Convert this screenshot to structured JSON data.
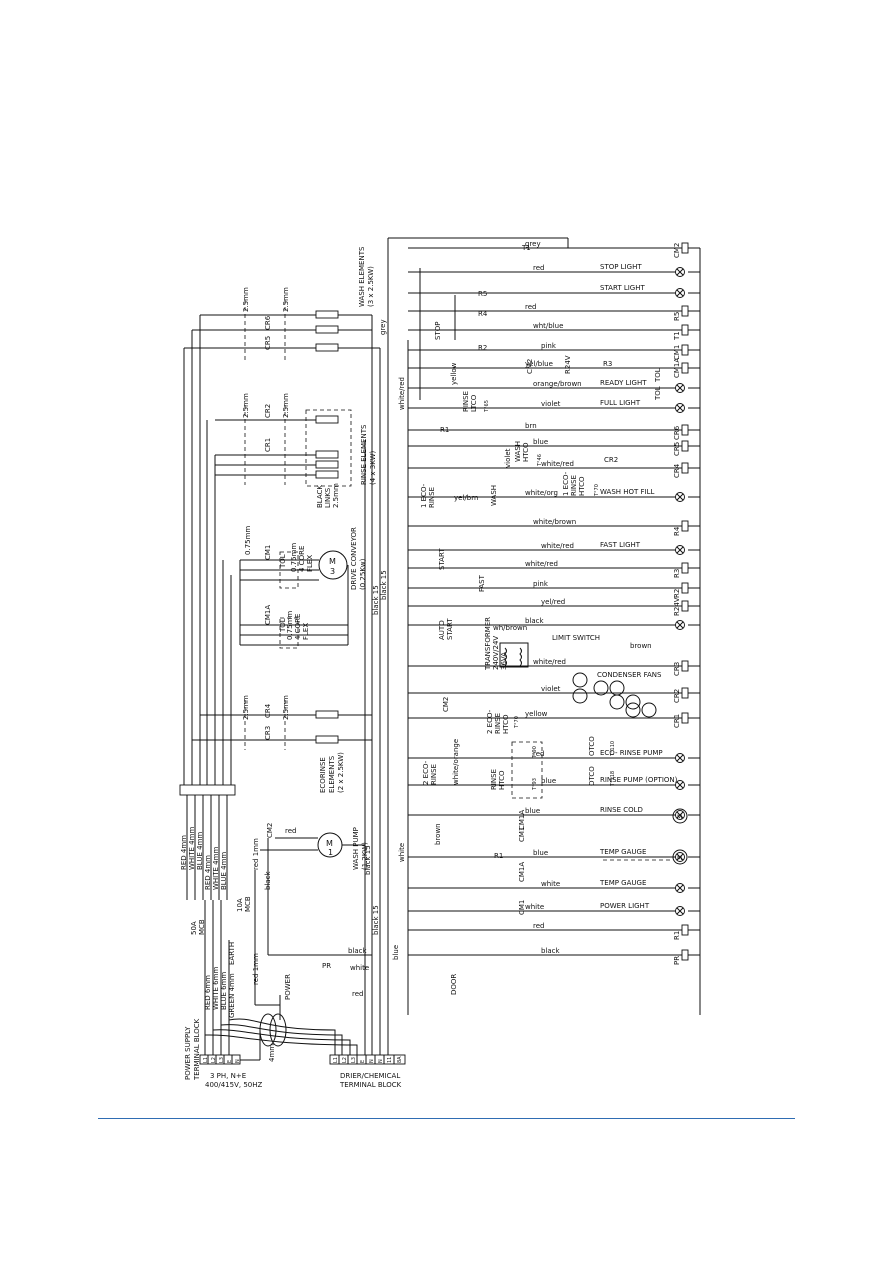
{
  "diagram": {
    "wash_elements": [
      "WASH ELEMENTS",
      "(3 x 2.5KW)"
    ],
    "rinse_elements": [
      "RINSE ELEMENTS",
      "(4 x 3KW)"
    ],
    "black_links": [
      "BLACK",
      "LINKS",
      "2.5mm"
    ],
    "ecorinse_elements": [
      "ECORINSE",
      "ELEMENTS",
      "(2 x 2.5KW)"
    ],
    "drive_conveyor": [
      "DRIVE CONVEYOR",
      "(0.25Kw)"
    ],
    "wash_pump": [
      "WASH PUMP",
      "(1.2KW)"
    ],
    "four_core_flex": [
      "0.75mm",
      "4 CORE",
      "FLEX"
    ],
    "tol": [
      "TOL",
      "①"
    ],
    "size_label": "2.5mm",
    "size_075": "0.75mm",
    "contactors": [
      "CR6",
      "CR5",
      "CR2",
      "CR1",
      "CR4",
      "CR3",
      "CM1",
      "CM1A",
      "CM2"
    ],
    "mcb_main": [
      "50A",
      "MCB"
    ],
    "mcb_10": [
      "10A",
      "MCB"
    ],
    "supply_wires": [
      "RED 4mm",
      "WHITE 4mm",
      "BLUE 4mm",
      "RED 4mm",
      "WHITE 4mm",
      "BLUE 4mm"
    ],
    "supply_feed": [
      "RED 6mm",
      "WHITE 6mm",
      "BLUE 6mm",
      "GREEN 4mm"
    ],
    "earth": "EARTH",
    "red_1mm": "red 1mm",
    "mm4": "4mm",
    "power_supply_block": [
      "POWER SUPPLY",
      "TERMINAL BLOCK"
    ],
    "supply_spec": [
      "3 PH, N+E",
      "400/415V, 50HZ"
    ],
    "supply_terms": [
      "L1",
      "L2",
      "L3",
      "E",
      "N"
    ],
    "drier_block": [
      "DRIER/CHEMICAL",
      "TERMINAL BLOCK"
    ],
    "drier_terms": [
      "L1",
      "L2",
      "L3",
      "E",
      "N",
      "N",
      "11",
      "8A"
    ],
    "mini": "M",
    "one": "1",
    "three": "3",
    "t1": "T1",
    "power_switch": "POWER",
    "pr": "PR",
    "door": "DOOR",
    "rungs": [
      {
        "tag": "CM2",
        "label": "",
        "wire": "grey"
      },
      {
        "tag": "",
        "label": "STOP LIGHT",
        "wire": "red"
      },
      {
        "tag": "",
        "label": "START LIGHT",
        "wire": "R5"
      },
      {
        "tag": "R5",
        "label": "",
        "wire": "red"
      },
      {
        "tag": "T1",
        "label": "",
        "wire": "wht/blue"
      },
      {
        "tag": "CM1",
        "label": "",
        "wire": "pink"
      },
      {
        "tag": "CM1A",
        "label": "",
        "wire": "yel/blue"
      },
      {
        "tag": "",
        "label": "READY LIGHT",
        "wire": "orange/brown"
      },
      {
        "tag": "",
        "label": "FULL LIGHT",
        "wire": "violet"
      },
      {
        "tag": "CR6",
        "label": "",
        "wire": "brn"
      },
      {
        "tag": "CR5",
        "label": "",
        "wire": "blue"
      },
      {
        "tag": "CR4",
        "label": "",
        "wire": "white/red"
      },
      {
        "tag": "",
        "label": "WASH HOT FILL",
        "wire": "white/org"
      },
      {
        "tag": "R4",
        "label": "",
        "wire": "white/brown"
      },
      {
        "tag": "",
        "label": "FAST LIGHT",
        "wire": "white/red"
      },
      {
        "tag": "R3",
        "label": "",
        "wire": "white/red"
      },
      {
        "tag": "R2",
        "label": "",
        "wire": "pink"
      },
      {
        "tag": "R24V",
        "label": "",
        "wire": "yel/red"
      },
      {
        "tag": "",
        "label": "CONDENSER FANS",
        "wire": "black"
      },
      {
        "tag": "CR3",
        "label": "",
        "wire": "white/red"
      },
      {
        "tag": "CR2",
        "label": "",
        "wire": "violet"
      },
      {
        "tag": "CR1",
        "label": "",
        "wire": "yellow"
      },
      {
        "tag": "",
        "label": "ECO- RINSE PUMP",
        "wire": "red"
      },
      {
        "tag": "",
        "label": "RINSE PUMP (OPTION)",
        "wire": "blue"
      },
      {
        "tag": "",
        "label": "RINSE COLD",
        "wire": "blue"
      },
      {
        "tag": "",
        "label": "TEMP GAUGE",
        "wire": "blue"
      },
      {
        "tag": "",
        "label": "TEMP GAUGE",
        "wire": "white"
      },
      {
        "tag": "",
        "label": "POWER LIGHT",
        "wire": "white"
      },
      {
        "tag": "R1",
        "label": "",
        "wire": "red"
      },
      {
        "tag": "PR",
        "label": "",
        "wire": "black"
      }
    ],
    "control_switches": {
      "stop": "STOP",
      "r4": "R4",
      "r2": "R2",
      "r1": "R1",
      "r3": "R3",
      "cm2": "CM2",
      "r24v": "R24V",
      "rinse_ltco": [
        "RINSE",
        "LTCO"
      ],
      "t65": "T°65",
      "wash_htco": [
        "WASH",
        "HTCO"
      ],
      "t46": "T°46",
      "eco_rinse_htco": [
        "1 ECO-",
        "RINSE",
        "HTCO"
      ],
      "t70": "T°70",
      "cr2": "CR2",
      "eco_rinse": [
        "1 ECO-",
        "RINSE"
      ],
      "wash": "WASH",
      "start": "START",
      "fast": "FAST",
      "auto_start": [
        "AUTO",
        "START"
      ],
      "limit_switch": "LIMIT SWITCH",
      "transformer": [
        "TRANSFORMER",
        "240V/24V",
        "36VA"
      ],
      "eco_rinse_htco2": [
        "2 ECO-",
        "RINSE",
        "HTCO"
      ],
      "eco_rinse2": [
        "2 ECO-",
        "RINSE"
      ],
      "rinse_htco": [
        "RINSE",
        "HTCO"
      ],
      "t90": "T°90",
      "t93": "T°93",
      "otco": "OTCO",
      "t110": "T°110",
      "t118": "T°118",
      "tol": "TOL"
    },
    "wires_left": {
      "yellow": "yellow",
      "white_red": "white/red",
      "violet": "violet",
      "yel_brn": "yel/brn",
      "white": "white",
      "white_orange": "white/orange",
      "brown": "brown",
      "blue": "blue",
      "black": "black",
      "black15": "black 15",
      "wh_brown": "wh/brown",
      "brown2": "brown",
      "grey": "grey",
      "red": "red"
    }
  }
}
